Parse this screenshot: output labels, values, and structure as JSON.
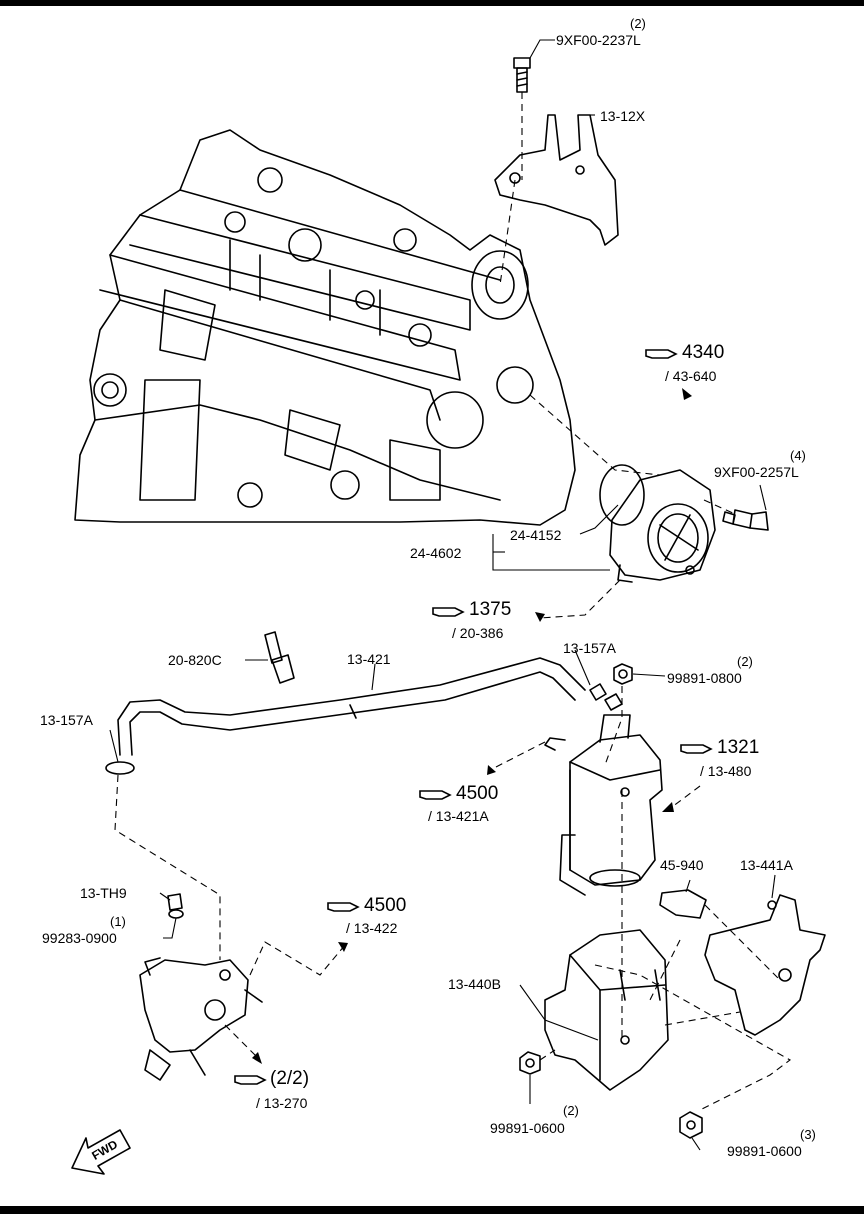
{
  "parts": {
    "bolt_top_qty": "(2)",
    "bolt_top": "9XF00-2237L",
    "bracket_13_12x": "13-12X",
    "bolt_right_qty": "(4)",
    "bolt_right": "9XF00-2257L",
    "gasket": "24-4152",
    "pump": "24-4602",
    "sensor": "20-820C",
    "hose_main": "13-421",
    "clamp_right": "13-157A",
    "clamp_left": "13-157A",
    "nut_top_qty": "(2)",
    "nut_top": "99891-0800",
    "clip_th9": "13-TH9",
    "plug_qty": "(1)",
    "plug": "99283-0900",
    "clip_45940": "45-940",
    "bracket_441a": "13-441A",
    "bracket_440b": "13-440B",
    "nut_bottom_qty": "(2)",
    "nut_bottom": "99891-0600",
    "nut_br_qty": "(3)",
    "nut_br": "99891-0600"
  },
  "refs": {
    "r4340": {
      "num": "4340",
      "sub": "/ 43-640"
    },
    "r1375": {
      "num": "1375",
      "sub": "/ 20-386"
    },
    "r1321": {
      "num": "1321",
      "sub": "/ 13-480"
    },
    "r4500a": {
      "num": "4500",
      "sub": "/ 13-421A"
    },
    "r4500b": {
      "num": "4500",
      "sub": "/ 13-422"
    },
    "r22": {
      "num": "(2/2)",
      "sub": "/ 13-270"
    }
  },
  "fwd": "FWD"
}
